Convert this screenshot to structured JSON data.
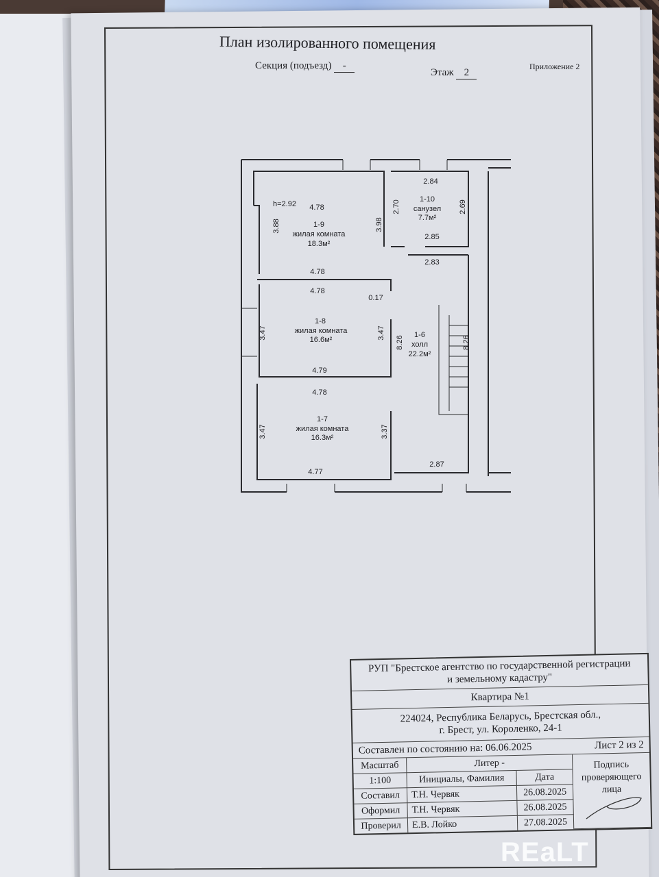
{
  "header": {
    "title": "План изолированного помещения",
    "section_label": "Секция (подъезд)",
    "section_value": "-",
    "floor_label": "Этаж",
    "floor_value": "2",
    "appendix": "Приложение 2"
  },
  "plan": {
    "height": "h=2.92",
    "rooms": [
      {
        "id": "1-9",
        "name": "жилая комната",
        "area": "18.3м²"
      },
      {
        "id": "1-10",
        "name": "санузел",
        "area": "7.7м²"
      },
      {
        "id": "1-8",
        "name": "жилая комната",
        "area": "16.6м²"
      },
      {
        "id": "1-6",
        "name": "холл",
        "area": "22.2м²"
      },
      {
        "id": "1-7",
        "name": "жилая комната",
        "area": "16.3м²"
      }
    ],
    "dims": {
      "r9_top": "4.78",
      "r9_left": "3.88",
      "r9_right": "3.98",
      "r9_bottom": "4.78",
      "r10_top": "2.84",
      "r10_left": "2.70",
      "r10_right": "2.69",
      "r10_bottom": "2.85",
      "hall_top": "2.83",
      "r8_top": "4.78",
      "wall": "0.17",
      "r8_left": "3.47",
      "r8_right": "3.47",
      "hall_left": "8.26",
      "hall_right": "8.26",
      "r8_bottom": "4.79",
      "r7_top": "4.78",
      "r7_left": "3.47",
      "r7_right": "3.37",
      "hall_bottom": "2.87",
      "r7_bottom": "4.77"
    }
  },
  "stamp": {
    "org": "РУП \"Брестское агентство по государственной регистрации и земельному кадастру\"",
    "object": "Квартира №1",
    "address_1": "224024, Республика Беларусь, Брестская обл.,",
    "address_2": "г. Брест, ул. Короленко, 24-1",
    "as_of": "Составлен по состоянию на: 06.06.2025",
    "sheet": "Лист 2 из 2",
    "scale_label": "Масштаб",
    "scale": "1:100",
    "liter": "Литер -",
    "names_label": "Инициалы, Фамилия",
    "date_label": "Дата",
    "signature_label": "Подпись проверяющего лица",
    "rows": [
      {
        "role": "Составил",
        "name": "Т.Н. Червяк",
        "date": "26.08.2025"
      },
      {
        "role": "Оформил",
        "name": "Т.Н. Червяк",
        "date": "26.08.2025"
      },
      {
        "role": "Проверил",
        "name": "Е.В. Лойко",
        "date": "27.08.2025"
      }
    ]
  },
  "watermark": "REaLT"
}
